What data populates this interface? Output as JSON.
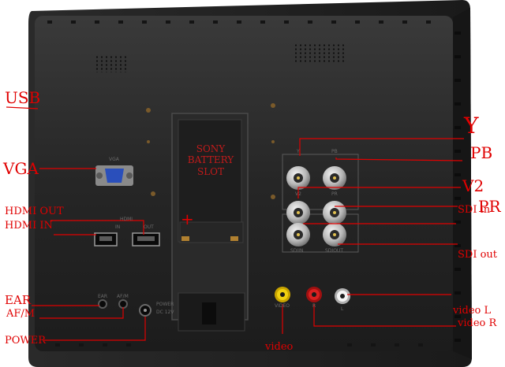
{
  "callouts": {
    "usb": "USB",
    "vga": "VGA",
    "hdmi_out": "HDMI OUT",
    "hdmi_in": "HDMI IN",
    "ear": "EAR",
    "af_m": "AF/M",
    "power": "POWER",
    "video": "video",
    "y": "Y",
    "pb": "PB",
    "v2": "V2",
    "pr": "PR",
    "sdi_in": "SDI in",
    "sdi_out": "SDI out",
    "video_l": "video L",
    "video_r": "video R"
  },
  "panel_print": {
    "vga": "VGA",
    "hdmi": "HDMI",
    "in": "IN",
    "out": "OUT",
    "ear": "EAR",
    "af_m": "AF/M",
    "power": "POWER",
    "power_rating": "DC 12V",
    "y": "Y",
    "pb": "PB",
    "v2": "V2",
    "pr": "PR",
    "sdi_in": "SDIIN",
    "sdi_out": "SDIOUT",
    "video": "VIDEO",
    "r": "R",
    "l": "L"
  },
  "battery_slot": {
    "line1": "SONY",
    "line2": "BATTERY",
    "line3": "SLOT",
    "plus": "+"
  },
  "colors": {
    "callout": "#e00000",
    "monitor_body": "#222222",
    "rca_yellow": "#e8c400",
    "rca_red": "#c01818",
    "rca_white": "#f0f0f0"
  }
}
